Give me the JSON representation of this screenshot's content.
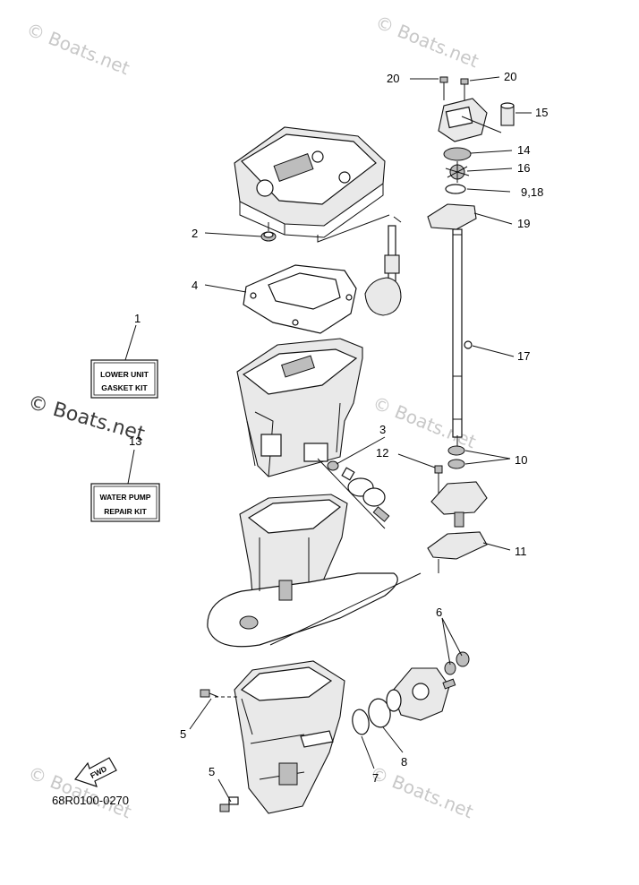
{
  "watermarks": {
    "main": "© Boats.net",
    "faint": "© Boats.net"
  },
  "callouts": {
    "c1": "1",
    "c2": "2",
    "c3": "3",
    "c4": "4",
    "c5a": "5",
    "c5b": "5",
    "c6": "6",
    "c7": "7",
    "c8": "8",
    "c9_18": "9,18",
    "c10": "10",
    "c11": "11",
    "c12": "12",
    "c13": "13",
    "c14": "14",
    "c15": "15",
    "c16": "16",
    "c17": "17",
    "c19": "19",
    "c20a": "20",
    "c20b": "20"
  },
  "kits": {
    "lower_unit_line1": "LOWER UNIT",
    "lower_unit_line2": "GASKET KIT",
    "water_pump_line1": "WATER PUMP",
    "water_pump_line2": "REPAIR KIT"
  },
  "fwd_label": "FWD",
  "diagram_code": "68R0100-0270"
}
